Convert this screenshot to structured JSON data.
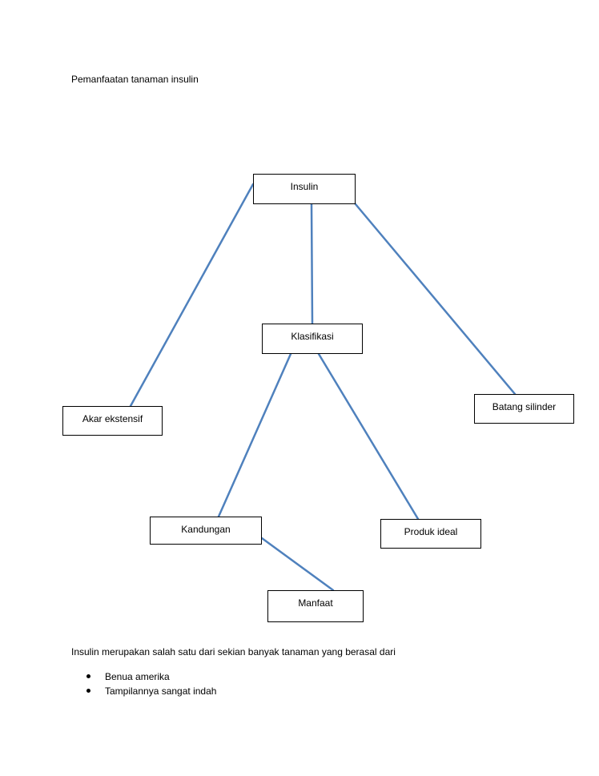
{
  "title": "Pemanfaatan tanaman insulin",
  "diagram": {
    "nodes": {
      "insulin": "Insulin",
      "klasifikasi": "Klasifikasi",
      "akar": "Akar ekstensif",
      "batang": "Batang silinder",
      "kandungan": "Kandungan",
      "produk": "Produk ideal",
      "manfaat": "Manfaat"
    },
    "line_color": "#4f81bd"
  },
  "paragraph": "Insulin merupakan salah satu dari sekian banyak tanaman yang berasal dari",
  "bullets": [
    "Benua amerika",
    "Tampilannya sangat indah"
  ]
}
